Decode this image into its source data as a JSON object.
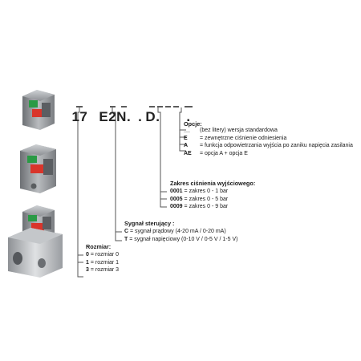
{
  "code": {
    "prefix": "17",
    "series": "E2N.",
    "dot2": ".",
    "d": "D",
    "dot3": ".",
    "dot4": "."
  },
  "options": {
    "heading": "Opcje:",
    "items": [
      {
        "key": "__",
        "text": "(bez litery) wersja standardowa"
      },
      {
        "key": "E",
        "text": "= zewnętrzne ciśnienie odniesienia"
      },
      {
        "key": "A",
        "text": "= funkcja odpowietrzania wyjścia po zaniku napięcia zasilania"
      },
      {
        "key": "AE",
        "text": "= opcja A + opcja E"
      }
    ]
  },
  "pressure": {
    "heading": "Zakres ciśnienia wyjściowego:",
    "items": [
      {
        "key": "0001",
        "text": "= zakres 0 - 1 bar"
      },
      {
        "key": "0005",
        "text": "= zakres 0 - 5 bar"
      },
      {
        "key": "0009",
        "text": "= zakres 0 - 9 bar"
      }
    ]
  },
  "signal": {
    "heading": "Sygnał sterujący :",
    "items": [
      {
        "key": "C",
        "text": "= sygnał prądowy (4-20 mA / 0-20 mA)"
      },
      {
        "key": "T",
        "text": "= sygnał napięciowy (0-10 V / 0-5 V / 1-5 V)"
      }
    ]
  },
  "size": {
    "heading": "Rozmiar:",
    "items": [
      {
        "key": "0",
        "text": "= rozmiar 0"
      },
      {
        "key": "1",
        "text": "= rozmiar 1"
      },
      {
        "key": "3",
        "text": "= rozmiar 3"
      }
    ]
  },
  "colors": {
    "line": "#555555",
    "body": "#9a9da0",
    "display": "#d9352b",
    "screen": "#2a9a45"
  }
}
